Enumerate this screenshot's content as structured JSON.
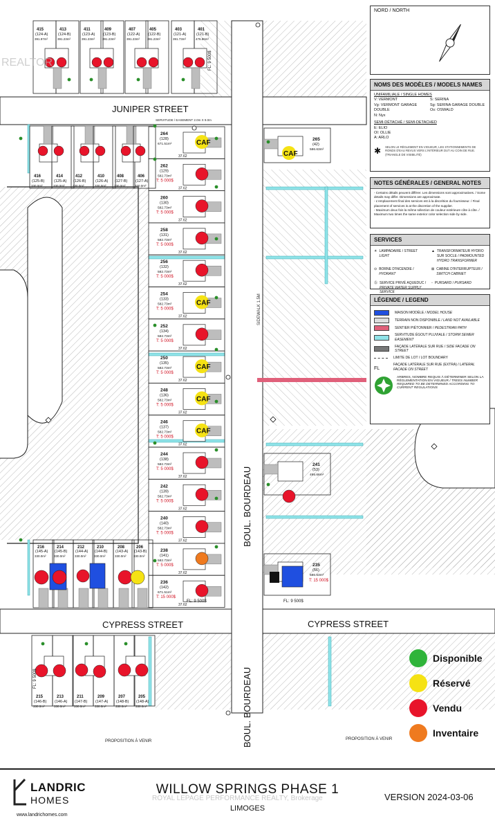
{
  "watermark": "REALTOR",
  "compass_panel": {
    "title": "NORD / NORTH"
  },
  "models_panel": {
    "title": "NOMS DES MODÈLES / MODELS NAMES",
    "single_header": "UNIFAMILIALE / SINGLE HOMES",
    "single_left": [
      "V: VERMONT",
      "Vg: VERMONT GARAGE DOUBLE",
      "N: Nyx"
    ],
    "single_right": [
      "S: SERINA",
      "Sg: SERINA GARAGE DOUBLE",
      "Os: OSWALD"
    ],
    "semi_header": "SEMI-DÉTACHÉ / SEMI-DETACHED",
    "semi_items": [
      "E: ELIO",
      "OI: OLLIE",
      "A: ARLO"
    ],
    "parking_note": "SELON LE RÈGLEMENT EN VIGUEUR, LES STATIONNEMENTS DE RONDS D'EAU REVUS VERS L'INTÉRIEUR DUT AU COIN DE RUE. (TRIANGLE DE VISIBILITÉ)"
  },
  "notes_panel": {
    "title": "NOTES GÉNÉRALES / GENERAL NOTES",
    "lines": [
      "- Certains détails peuvent différer. Les dimensions sont approximatives. / Some details may differ. Dimensions are approximate.",
      "- L'emplacement final des services est à la discrétion du fournisseur. / Final placement of services is at the discretion of the supplier.",
      "- Maximum deux fois la même sélection de couleur extérieure côte à côte. / Maximum two times the same exterior color selection side by side."
    ]
  },
  "services_panel": {
    "title": "SERVICES",
    "items": [
      {
        "fr": "LAMPADAIRE / STREET",
        "en": "LIGHT"
      },
      {
        "fr": "TRANSFORMATEUR HYDRO SUR SOCLE /",
        "en": "PADMOUNTED HYDRO TRANSFORMER"
      },
      {
        "fr": "BORNE D'INCENDIE /",
        "en": "HYDRANT"
      },
      {
        "fr": "CABINE D'INTERRUPTEUR /",
        "en": "SWITCH CABINET"
      },
      {
        "fr": "SERVICE PRIVÉ AQUEDUC /",
        "en": "PRIVATE WATER SUPPLY SERVICE"
      },
      {
        "fr": "PURSARD /",
        "en": "PURSARD"
      }
    ]
  },
  "legend_panel": {
    "title": "LÉGENDE / LEGEND",
    "items": [
      {
        "fr": "MAISON MODÈLE",
        "en": "/ MODEL HOUSE",
        "color": "#1f4fe0"
      },
      {
        "fr": "TERRAIN NON DISPONIBLE",
        "en": "/ LAND NOT AVAILABLE",
        "color": "#dddddd"
      },
      {
        "fr": "SENTIER PIÉTONNIER /",
        "en": "PEDESTRIAN PATH",
        "color": "#e0607a"
      },
      {
        "fr": "SERVITUDE ÉGOUT PLUVIALE /",
        "en": "STORM SEWER EASEMENT",
        "color": "#8fe3e8"
      },
      {
        "fr": "FAÇADE LATÉRALE SUR RUE /",
        "en": "SIDE FACADE ON STREET",
        "color": "#777777"
      },
      {
        "fr": "LIMITE DE LOT / LOT BOUNDARY",
        "en": "",
        "color": "#ffffff"
      },
      {
        "fr": "FAÇADE LATÉRALE SUR RUE (EXTRA) /",
        "en": "LATERAL FACADE ON STREET",
        "color": "#ffffff"
      }
    ],
    "fl_symbol": "FL",
    "trees_fr": "ARBRES, NOMBRE REQUIS À DÉTERMINER SELON LA RÉGLEMENTATION EN VIGUEUR /",
    "trees_en": "TREES NUMBER REQUIRED TO BE DETERMINED ACCORDING TO CURRENT REGULATIONS"
  },
  "status_legend": [
    {
      "label": "Disponible",
      "color": "#2fb43a"
    },
    {
      "label": "Réservé",
      "color": "#f5e214"
    },
    {
      "label": "Vendu",
      "color": "#e8142a"
    },
    {
      "label": "Inventaire",
      "color": "#ef7a1f"
    }
  ],
  "streets": {
    "juniper": "JUNIPER STREET",
    "cypress_left": "CYPRESS STREET",
    "cypress_right": "CYPRESS STREET",
    "bourdeau_upper": "BOUL. BOURDEAU",
    "bourdeau_lower": "BOUL. BOURDEAU",
    "sidewalk": "SIDEWALK 1.5M",
    "future_left": "PROPOSITION À VENIR",
    "future_right": "PROPOSITION À VENIR",
    "easement_top": "SERVITUDE / EASEMENT 2.0m X 9.0m"
  },
  "top_lots": [
    {
      "num": "415",
      "sub": "(124-A)",
      "area": "391.97m²"
    },
    {
      "num": "413",
      "sub": "(124-B)",
      "area": "391.23m²"
    },
    {
      "num": "411",
      "sub": "(123-A)",
      "area": "391.23m²"
    },
    {
      "num": "409",
      "sub": "(123-B)",
      "area": "391.23m²"
    },
    {
      "num": "407",
      "sub": "(122-A)",
      "area": "391.23m²"
    },
    {
      "num": "405",
      "sub": "(122-B)",
      "area": "391.23m²"
    },
    {
      "num": "403",
      "sub": "(121-A)",
      "area": "391.73m²"
    },
    {
      "num": "401",
      "sub": "(121-B)",
      "area": "476.86m²"
    }
  ],
  "juniper_south_lots": [
    {
      "num": "416",
      "sub": "(125-B)",
      "area": "330.0m²"
    },
    {
      "num": "414",
      "sub": "(125-A)",
      "area": "330.0m²"
    },
    {
      "num": "412",
      "sub": "(126-B)",
      "area": "330.0m²"
    },
    {
      "num": "410",
      "sub": "(126-A)",
      "area": "330.0m²"
    },
    {
      "num": "408",
      "sub": "(127-B)",
      "area": "330.0m²"
    },
    {
      "num": "406",
      "sub": "(127-A)",
      "area": "330.0m²"
    }
  ],
  "west_lots": [
    {
      "num": "264",
      "sub": "(128)",
      "area": "671.51m²",
      "price": "",
      "status": "Réservé"
    },
    {
      "num": "262",
      "sub": "(129)",
      "area": "582.73m²",
      "price": "T: 5 000$",
      "status": "Vendu"
    },
    {
      "num": "260",
      "sub": "(130)",
      "area": "582.73m²",
      "price": "T: 5 000$",
      "status": "Vendu"
    },
    {
      "num": "258",
      "sub": "(131)",
      "area": "582.73m²",
      "price": "T: 5 000$",
      "status": "Vendu"
    },
    {
      "num": "256",
      "sub": "(132)",
      "area": "582.73m²",
      "price": "T: 5 000$",
      "status": "Vendu"
    },
    {
      "num": "254",
      "sub": "(133)",
      "area": "582.73m²",
      "price": "T: 5 000$",
      "status": "Réservé"
    },
    {
      "num": "252",
      "sub": "(134)",
      "area": "582.73m²",
      "price": "T: 5 000$",
      "status": "Vendu"
    },
    {
      "num": "250",
      "sub": "(135)",
      "area": "582.73m²",
      "price": "T: 5 000$",
      "status": "Réservé"
    },
    {
      "num": "248",
      "sub": "(136)",
      "area": "582.73m²",
      "price": "T: 5 000$",
      "status": "Réservé"
    },
    {
      "num": "246",
      "sub": "(137)",
      "area": "582.73m²",
      "price": "T: 5 000$",
      "status": "Réservé"
    },
    {
      "num": "244",
      "sub": "(138)",
      "area": "582.73m²",
      "price": "T: 5 000$",
      "status": "Vendu"
    },
    {
      "num": "242",
      "sub": "(139)",
      "area": "582.73m²",
      "price": "T: 5 000$",
      "status": "Vendu"
    },
    {
      "num": "240",
      "sub": "(140)",
      "area": "582.73m²",
      "price": "T: 5 000$",
      "status": "Vendu"
    },
    {
      "num": "238",
      "sub": "(141)",
      "area": "582.73m²",
      "price": "T: 5 000$",
      "status": "Inventaire"
    },
    {
      "num": "236",
      "sub": "(142)",
      "area": "671.51m²",
      "price": "T: 15 000$",
      "status": "Vendu"
    }
  ],
  "west_lot_depth": "37.62",
  "east_lots": [
    {
      "num": "265",
      "sub": "(42)",
      "area": "586.63m²",
      "price": ""
    },
    {
      "num": "241",
      "sub": "(53)",
      "area": "495.66m²",
      "price": ""
    },
    {
      "num": "235",
      "sub": "(56)",
      "area": "586.63m²",
      "price": "T: 15 000$"
    }
  ],
  "cypress_north_lots": [
    {
      "num": "216",
      "sub": "(145-A)",
      "area": "330.0m²"
    },
    {
      "num": "214",
      "sub": "(145-B)",
      "area": "330.0m²"
    },
    {
      "num": "212",
      "sub": "(144-A)",
      "area": "330.0m²"
    },
    {
      "num": "210",
      "sub": "(144-B)",
      "area": "330.0m²"
    },
    {
      "num": "208",
      "sub": "(143-A)",
      "area": "330.0m²"
    },
    {
      "num": "206",
      "sub": "(143-B)",
      "area": "330.0m²"
    }
  ],
  "cypress_south_lots": [
    {
      "num": "215",
      "sub": "(146-B)",
      "area": "330.0m²"
    },
    {
      "num": "213",
      "sub": "(146-A)",
      "area": "330.0m²"
    },
    {
      "num": "211",
      "sub": "(147-B)",
      "area": "330.0m²"
    },
    {
      "num": "209",
      "sub": "(147-A)",
      "area": "330.0m²"
    },
    {
      "num": "207",
      "sub": "(148-B)",
      "area": "330.0m²"
    },
    {
      "num": "205",
      "sub": "(148-A)",
      "area": "330.0m²"
    }
  ],
  "fl_labels": [
    "FL: 9 500$",
    "FL: 9 500$",
    "FL: 9 500$",
    "FL: 9 500$"
  ],
  "footer": {
    "brand": "LANDRIC",
    "brand_sub": "HOMES",
    "website": "www.landrichomes.com",
    "title": "WILLOW SPRINGS PHASE 1",
    "subtitle": "LIMOGES",
    "version": "VERSION 2024-03-06",
    "brokerage": "ROYAL LEPAGE PERFORMANCE REALTY, Brokerage"
  }
}
